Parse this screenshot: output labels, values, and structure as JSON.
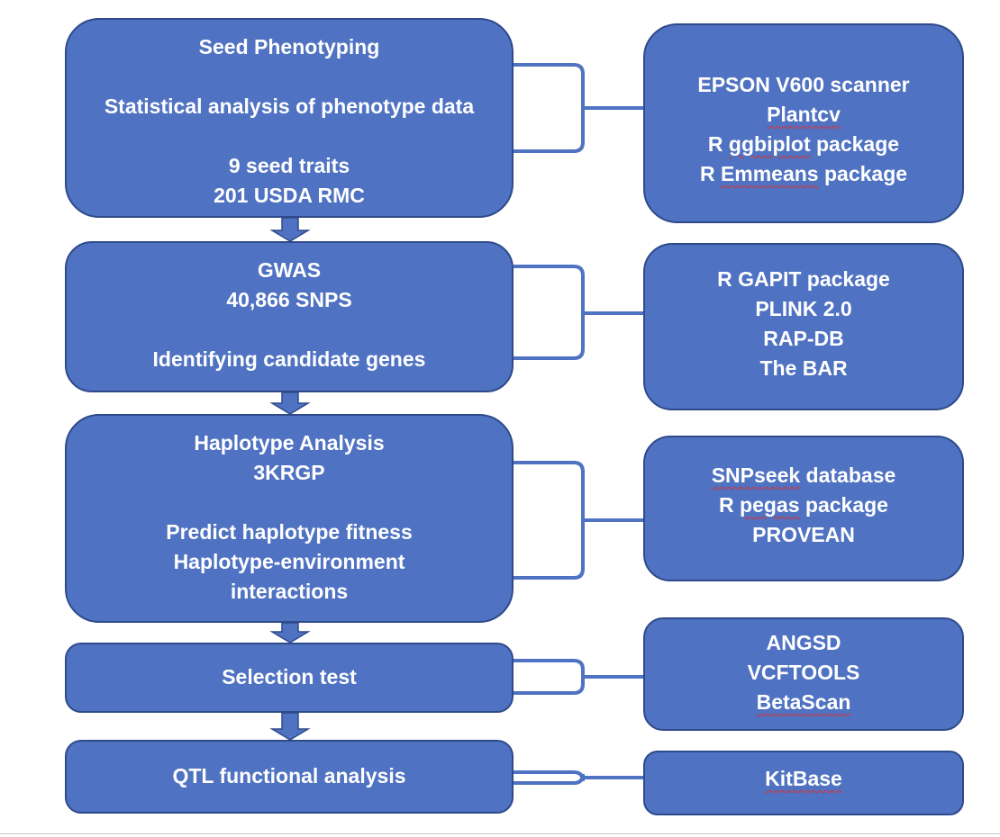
{
  "steps": [
    {
      "lines": [
        "Seed Phenotyping",
        "",
        "Statistical analysis of phenotype data",
        "",
        "9 seed traits",
        "201 USDA RMC"
      ],
      "tools": [
        {
          "segments": [
            {
              "text": "EPSON V600 scanner",
              "flag": false
            }
          ]
        },
        {
          "segments": [
            {
              "text": "Plantcv",
              "flag": true
            }
          ]
        },
        {
          "segments": [
            {
              "text": "R ",
              "flag": false
            },
            {
              "text": "ggbiplot",
              "flag": true
            },
            {
              "text": " package",
              "flag": false
            }
          ]
        },
        {
          "segments": [
            {
              "text": "R ",
              "flag": false
            },
            {
              "text": "Emmeans",
              "flag": true
            },
            {
              "text": " package",
              "flag": false
            }
          ]
        }
      ]
    },
    {
      "lines": [
        "GWAS",
        "40,866 SNPS",
        "",
        "Identifying candidate genes"
      ],
      "tools": [
        {
          "segments": [
            {
              "text": "R GAPIT package",
              "flag": false
            }
          ]
        },
        {
          "segments": [
            {
              "text": "PLINK 2.0",
              "flag": false
            }
          ]
        },
        {
          "segments": [
            {
              "text": "RAP-DB",
              "flag": false
            }
          ]
        },
        {
          "segments": [
            {
              "text": "The BAR",
              "flag": false
            }
          ]
        }
      ]
    },
    {
      "lines": [
        "Haplotype Analysis",
        "3KRGP",
        "",
        "Predict haplotype fitness",
        "Haplotype-environment",
        "interactions"
      ],
      "tools": [
        {
          "segments": [
            {
              "text": "SNPseek",
              "flag": true
            },
            {
              "text": " database",
              "flag": false
            }
          ]
        },
        {
          "segments": [
            {
              "text": "R ",
              "flag": false
            },
            {
              "text": "pegas",
              "flag": true
            },
            {
              "text": " package",
              "flag": false
            }
          ]
        },
        {
          "segments": [
            {
              "text": "PROVEAN",
              "flag": false
            }
          ]
        }
      ]
    },
    {
      "lines": [
        "Selection test"
      ],
      "tools": [
        {
          "segments": [
            {
              "text": "ANGSD",
              "flag": false
            }
          ]
        },
        {
          "segments": [
            {
              "text": "VCFTOOLS",
              "flag": false
            }
          ]
        },
        {
          "segments": [
            {
              "text": "BetaScan",
              "flag": true
            }
          ]
        }
      ]
    },
    {
      "lines": [
        "QTL functional analysis"
      ],
      "tools": [
        {
          "segments": [
            {
              "text": "KitBase",
              "flag": true
            }
          ]
        }
      ]
    }
  ],
  "colors": {
    "box_fill": "#4f72c2",
    "box_border": "#2e4a8a",
    "connector": "#4f72c2",
    "arrow": "#4f72c2",
    "text": "#ffffff",
    "spellcheck_underline": "#e03030"
  }
}
